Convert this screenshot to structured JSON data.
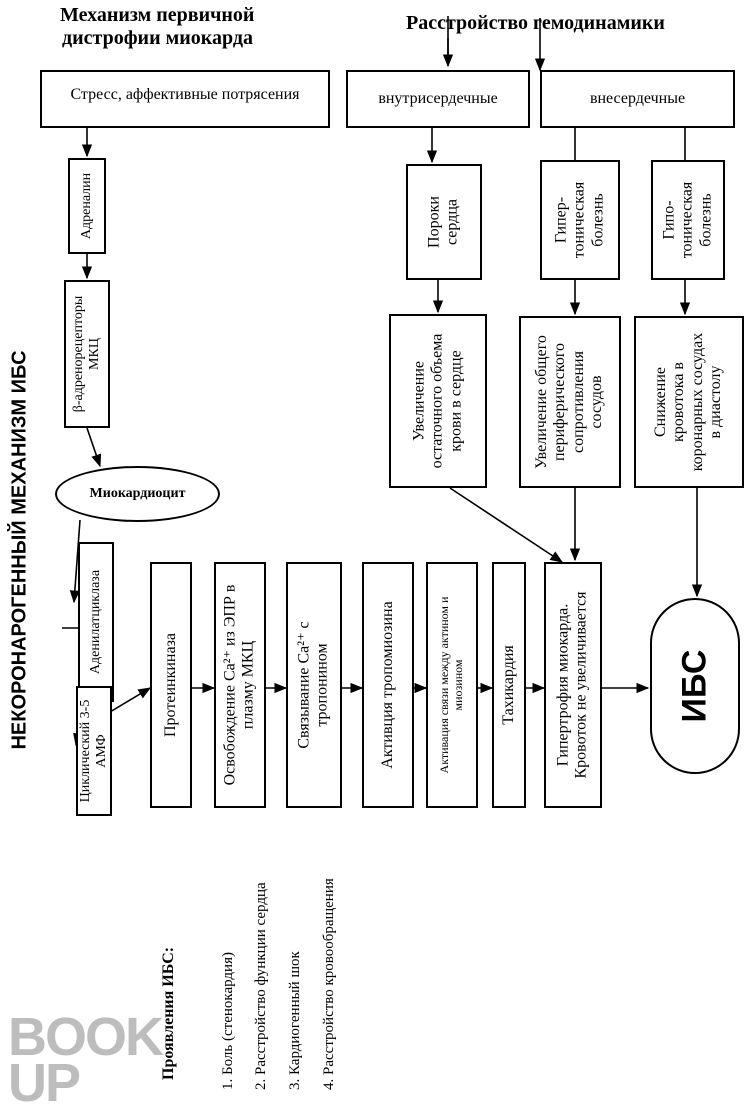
{
  "side_title": "НЕКОРОНАРОГЕННЫЙ МЕХАНИЗМ ИБС",
  "headers": {
    "primary_line1": "Механизм первичной",
    "primary_line2": "дистрофии миокарда",
    "hemodynamics": "Расстройство гемодинамики"
  },
  "boxes": {
    "stress": "Стресс, аффективные потрясения",
    "intracardiac": "внутрисердечные",
    "extracardiac": "внесердечные",
    "adrenaline": "Адреналин",
    "beta_receptors_1": "β-адренорецепторы",
    "beta_receptors_2": "МКЦ",
    "myocyte": "Миокардиоцит",
    "heart_defects_1": "Пороки",
    "heart_defects_2": "сердца",
    "hypertension_1": "Гипер-",
    "hypertension_2": "тоническая",
    "hypertension_3": "болезнь",
    "hypotension_1": "Гипо-",
    "hypotension_2": "тоническая",
    "hypotension_3": "болезнь",
    "residual_1": "Увеличение",
    "residual_2": "остаточного объема",
    "residual_3": "крови в  сердце",
    "resistance_1": "Увеличение общего",
    "resistance_2": "периферического",
    "resistance_3": "сопротивления",
    "resistance_4": "сосудов",
    "flow_drop_1": "Снижение",
    "flow_drop_2": "кровотока в",
    "flow_drop_3": "коронарных сосудах",
    "flow_drop_4": "в диастолу",
    "adenylate": "Аденилатциклаза",
    "camp_1": "Циклический 3-5",
    "camp_2": "АМФ",
    "proteinkinase": "Протеинкиназа",
    "ca_release_1": "Освобождение Ca²⁺ из ЭПР в",
    "ca_release_2": "плазму МКЦ",
    "ca_binding_1": "Связывание Ca²⁺ с",
    "ca_binding_2": "тропонином",
    "tropomyosin": "Активция тропомиозина",
    "actin_1": "Активация связи между актином и",
    "actin_2": "миозином",
    "tachycardia": "Тахикардия",
    "hypertrophy_1": "Гипертрофия миокарда.",
    "hypertrophy_2": "Кровоток не увеличивается",
    "ihd": "ИБС"
  },
  "manifestations": {
    "heading": "Проявления ИБС:",
    "items": [
      "1. Боль (стенокардия)",
      "2. Расстройство функции сердца",
      "3. Кардиогенный шок",
      "4. Расстройство кровообращения"
    ]
  },
  "watermark": "BOOK UP"
}
